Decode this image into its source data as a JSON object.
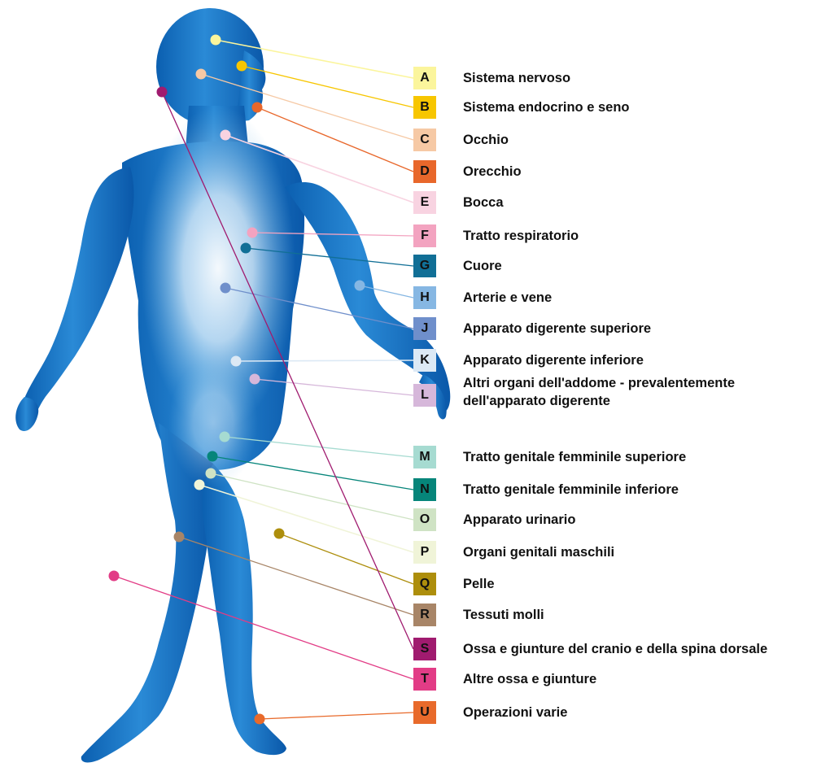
{
  "legend": [
    {
      "key": "A",
      "label": "Sistema nervoso",
      "color": "#fbf59c"
    },
    {
      "key": "B",
      "label": "Sistema endocrino e seno",
      "color": "#f7c600"
    },
    {
      "key": "C",
      "label": "Occhio",
      "color": "#f6c9a5"
    },
    {
      "key": "D",
      "label": "Orecchio",
      "color": "#e8672b"
    },
    {
      "key": "E",
      "label": "Bocca",
      "color": "#f8d3e1"
    },
    {
      "key": "F",
      "label": "Tratto respiratorio",
      "color": "#f3a3c0"
    },
    {
      "key": "G",
      "label": "Cuore",
      "color": "#116f96"
    },
    {
      "key": "H",
      "label": "Arterie e vene",
      "color": "#86b7e3"
    },
    {
      "key": "J",
      "label": "Apparato digerente superiore",
      "color": "#6f8fcb"
    },
    {
      "key": "K",
      "label": "Apparato digerente inferiore",
      "color": "#dce9f5"
    },
    {
      "key": "L",
      "label": "Altri organi dell'addome - prevalentemente dell'apparato digerente",
      "color": "#d6b7da"
    },
    {
      "key": "M",
      "label": "Tratto genitale femminile superiore",
      "color": "#a6dbd1"
    },
    {
      "key": "N",
      "label": "Tratto genitale femminile inferiore",
      "color": "#06857a"
    },
    {
      "key": "O",
      "label": "Apparato urinario",
      "color": "#cfe3c4"
    },
    {
      "key": "P",
      "label": "Organi genitali maschili",
      "color": "#f0f4d8"
    },
    {
      "key": "Q",
      "label": "Pelle",
      "color": "#ad8e0c"
    },
    {
      "key": "R",
      "label": "Tessuti molli",
      "color": "#a88567"
    },
    {
      "key": "S",
      "label": "Ossa e giunture del cranio e della spina dorsale",
      "color": "#a01b6f"
    },
    {
      "key": "T",
      "label": "Altre ossa e giunture",
      "color": "#e23c86"
    },
    {
      "key": "U",
      "label": "Operazioni varie",
      "color": "#e86a2b"
    }
  ]
}
